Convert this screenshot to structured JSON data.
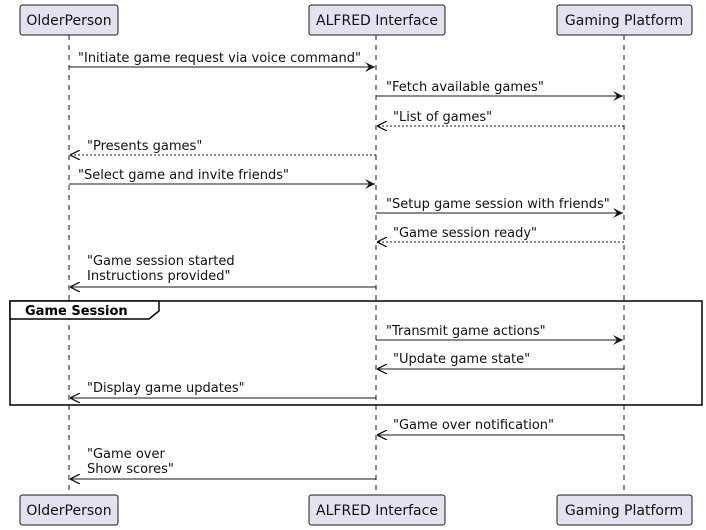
{
  "participants": {
    "older_person": "OlderPerson",
    "alfred": "ALFRED Interface",
    "gaming": "Gaming Platform"
  },
  "messages": {
    "m1": "\"Initiate game request via voice command\"",
    "m2": "\"Fetch available games\"",
    "m3": "\"List of games\"",
    "m4": "\"Presents games\"",
    "m5": "\"Select game and invite friends\"",
    "m6": "\"Setup game session with friends\"",
    "m7": "\"Game session ready\"",
    "m8_line1": "\"Game session started",
    "m8_line2": "Instructions provided\"",
    "m9": "\"Transmit game actions\"",
    "m10": "\"Update game state\"",
    "m11": "\"Display game updates\"",
    "m12": "\"Game over notification\"",
    "m13_line1": "\"Game over",
    "m13_line2": "Show scores\""
  },
  "group": {
    "label": "Game Session"
  }
}
